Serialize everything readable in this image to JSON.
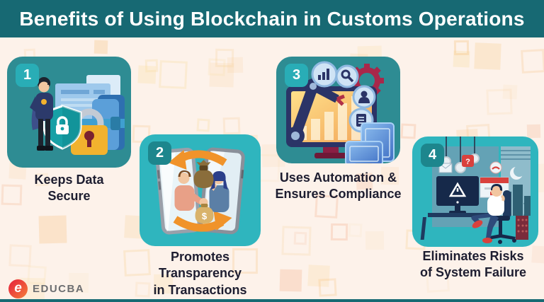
{
  "header": {
    "title": "Benefits of Using Blockchain in Customs Operations"
  },
  "cards": [
    {
      "number": "1",
      "caption": "Keeps Data\nSecure",
      "illustration": "guard-with-shield-padlock-and-documents"
    },
    {
      "number": "2",
      "caption": "Promotes\nTransparency\nin Transactions",
      "illustration": "two-phones-people-exchanging-money-bags"
    },
    {
      "number": "3",
      "caption": "Uses Automation &\nEnsures Compliance",
      "illustration": "robotic-arm-with-analytics-monitor"
    },
    {
      "number": "4",
      "caption": "Eliminates Risks\nof System Failure",
      "illustration": "person-at-desk-with-error-screens-night"
    }
  ],
  "footer": {
    "brand": "EDUCBA",
    "logo_letter": "e"
  },
  "colors": {
    "header_teal": "#176973",
    "card_dark_teal": "#2E8C93",
    "card_bright_teal": "#2FB5BE",
    "badge_bright": "#29ADB6",
    "badge_dark": "#1D868D",
    "caption_text": "#1D1D30",
    "background_cream": "#FDF2EA",
    "pattern_orange": "#F6BE78",
    "logo_red": "#E63B45",
    "logo_gray": "#6D6E71",
    "arrow_orange": "#F0932A"
  }
}
